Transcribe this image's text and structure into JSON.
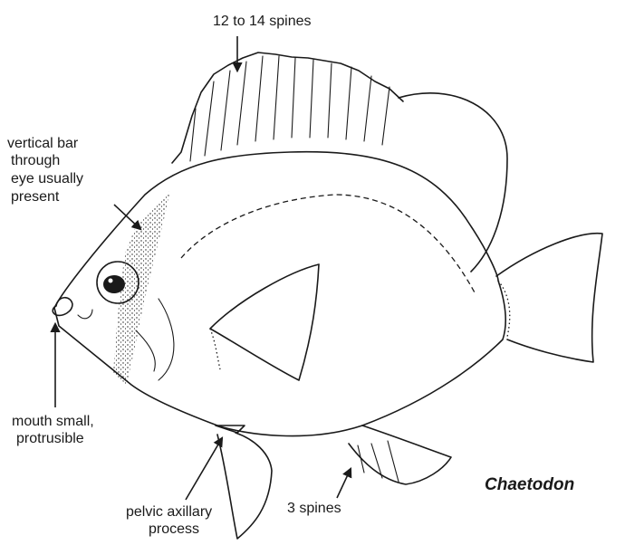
{
  "labels": {
    "dorsal_spines": "12 to 14 spines",
    "eye_bar_line1": "vertical bar",
    "eye_bar_line2": "through",
    "eye_bar_line3": "eye usually",
    "eye_bar_line4": "present",
    "mouth_line1": "mouth small,",
    "mouth_line2": "protrusible",
    "pelvic_line1": "pelvic axillary",
    "pelvic_line2": "process",
    "anal_spines": "3 spines",
    "genus": "Chaetodon"
  },
  "colors": {
    "ink": "#1a1a1a",
    "background": "#ffffff"
  }
}
